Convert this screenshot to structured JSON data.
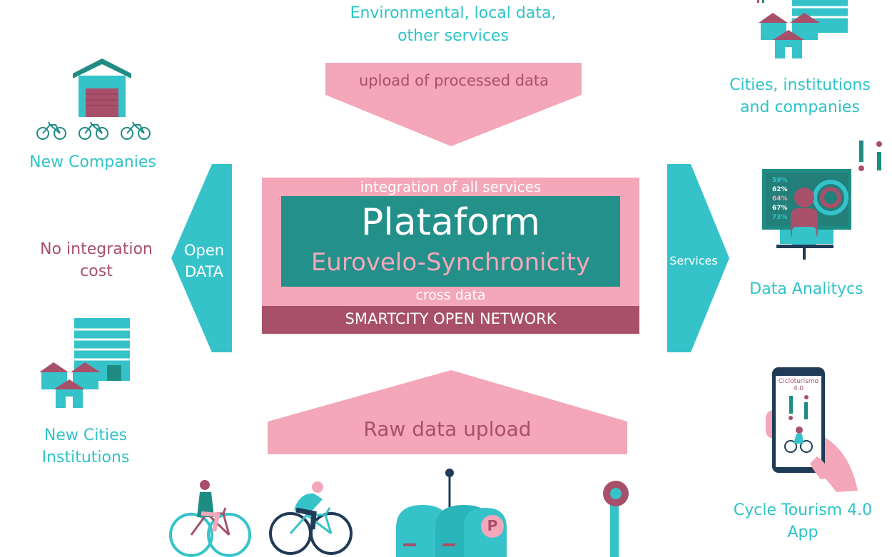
{
  "top": {
    "line1": "Environmental, local data,",
    "line2": "other services",
    "upload_processed": "upload of processed data"
  },
  "center": {
    "integration": "integration of all services",
    "title": "Plataform",
    "subtitle": "Eurovelo-Synchronicity",
    "cross": "cross data",
    "network": "SMARTCITY OPEN NETWORK"
  },
  "left_arrow": {
    "line1": "Open",
    "line2": "DATA"
  },
  "right_arrow": {
    "label": "Services"
  },
  "raw_upload": "Raw data upload",
  "left": {
    "companies": "New Companies",
    "no_cost_1": "No integration",
    "no_cost_2": "cost",
    "cities_1": "New Cities",
    "cities_2": "Institutions"
  },
  "right": {
    "cities_1": "Cities, institutions",
    "cities_2": "and companies",
    "analytics": "Data Analitycs",
    "app_1": "Cycle Tourism 4.0",
    "app_2": "App"
  },
  "monitor_values": [
    "59%",
    "62%",
    "64%",
    "67%",
    "73%"
  ],
  "phone": {
    "line1": "Cicloturismo",
    "line2": "4.0"
  },
  "parking_letter": "P",
  "colors": {
    "teal": "#2ec4c8",
    "dark_teal": "#1f8c84",
    "pink": "#f4a7b9",
    "maroon": "#a8506a",
    "navy": "#1f3b57"
  }
}
